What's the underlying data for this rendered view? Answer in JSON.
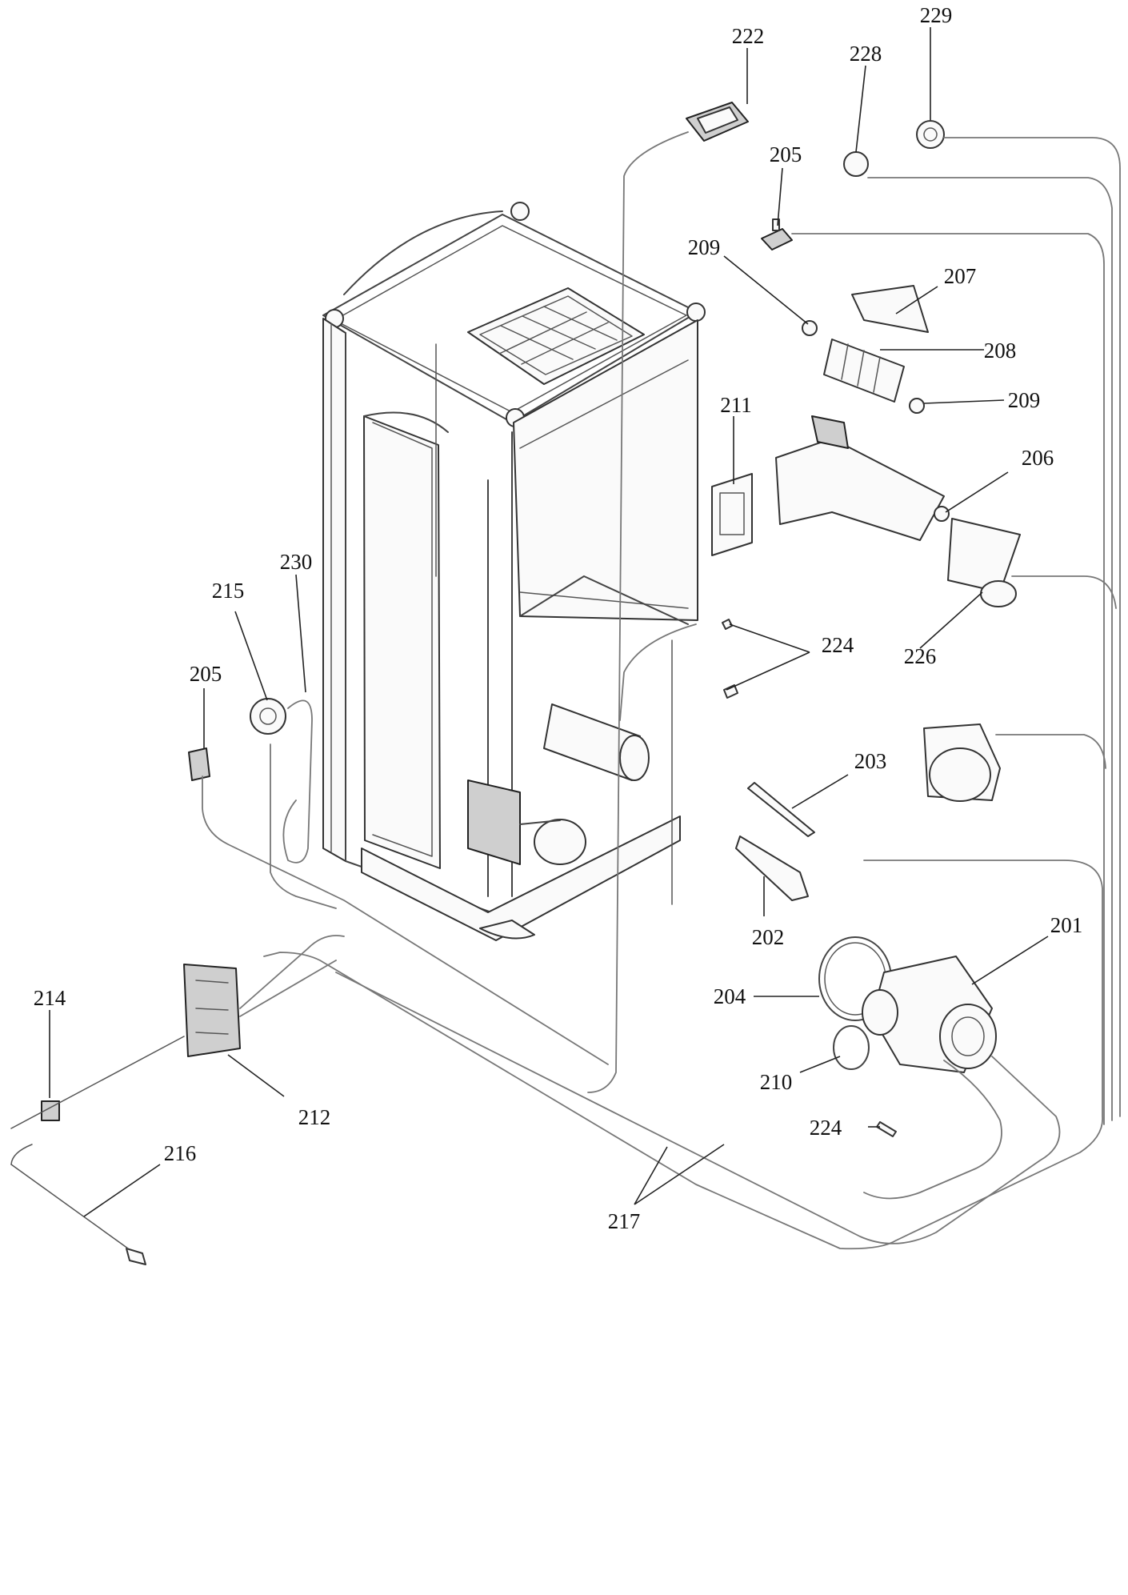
{
  "diagram": {
    "type": "exploded parts diagram",
    "callouts": [
      {
        "id": "c229",
        "label": "229"
      },
      {
        "id": "c222",
        "label": "222"
      },
      {
        "id": "c228",
        "label": "228"
      },
      {
        "id": "c205a",
        "label": "205"
      },
      {
        "id": "c209a",
        "label": "209"
      },
      {
        "id": "c207",
        "label": "207"
      },
      {
        "id": "c208",
        "label": "208"
      },
      {
        "id": "c209b",
        "label": "209"
      },
      {
        "id": "c211",
        "label": "211"
      },
      {
        "id": "c206",
        "label": "206"
      },
      {
        "id": "c226",
        "label": "226"
      },
      {
        "id": "c230",
        "label": "230"
      },
      {
        "id": "c215",
        "label": "215"
      },
      {
        "id": "c205b",
        "label": "205"
      },
      {
        "id": "c224a",
        "label": "224"
      },
      {
        "id": "c203",
        "label": "203"
      },
      {
        "id": "c202",
        "label": "202"
      },
      {
        "id": "c201",
        "label": "201"
      },
      {
        "id": "c204",
        "label": "204"
      },
      {
        "id": "c210",
        "label": "210"
      },
      {
        "id": "c224b",
        "label": "224"
      },
      {
        "id": "c214",
        "label": "214"
      },
      {
        "id": "c212",
        "label": "212"
      },
      {
        "id": "c216",
        "label": "216"
      },
      {
        "id": "c217",
        "label": "217"
      }
    ]
  }
}
